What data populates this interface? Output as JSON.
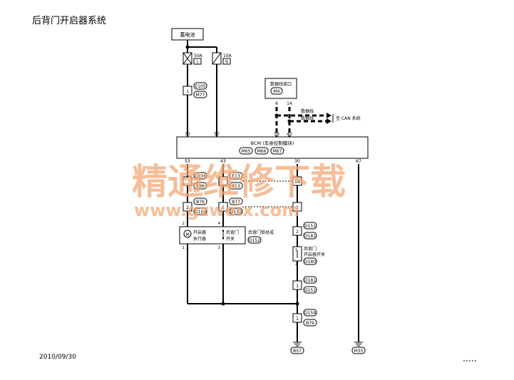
{
  "title": "后背门开启器系统",
  "date": "2010/09/30",
  "battery": "蓄电池",
  "fuse1": {
    "rating": "50A",
    "id": "J"
  },
  "fuse2": {
    "rating": "10A",
    "id": "9"
  },
  "conn_e105": "E105",
  "conn_m77": "M77",
  "pin_1": "1",
  "data_link": {
    "label": "数据线接口",
    "conn": "M4",
    "pin_a": "6",
    "pin_b": "14"
  },
  "data_line_1": "数据线",
  "data_line_2": "数据线",
  "can_label": "至 CAN 系统",
  "bcm": {
    "label": "BCM (车身控制模块)",
    "conns": [
      "M65",
      "M66",
      "M67"
    ],
    "top_pins": [
      "70",
      "57",
      "39",
      "40"
    ],
    "bottom_pins": [
      "53",
      "43",
      "30",
      "67"
    ]
  },
  "row1": {
    "c1_a": "D136",
    "c1_b": "E36",
    "c2_a": "E13",
    "c2_b": "E13",
    "c3_pin": "18"
  },
  "row2": {
    "pin_a": "2",
    "conn_a": "B76",
    "conn_a2": "D153",
    "pin_b": "1",
    "conn_b": "B77",
    "conn_b2": "D153",
    "pin_c": "2"
  },
  "actuator": {
    "label_1": "开启器",
    "label_2": "执行器",
    "switch_1": "后背门",
    "switch_2": "开关",
    "assembly": "后背门锁总成",
    "conn": "D152",
    "pin_top_a": "2",
    "pin_top_b": "4",
    "pin_bot_a": "1",
    "pin_bot_b": "3"
  },
  "d151": "D151",
  "d181": "D181",
  "pin_2": "2",
  "tailgate_switch": {
    "label_1": "后背门",
    "label_2": "开启器开关",
    "conn": "D180",
    "pin_top": "1",
    "pin_bot": "2"
  },
  "d181b": "D181",
  "d151b": "D151",
  "d159": "D159",
  "b79": "B79",
  "ground_b57": "B57",
  "ground_m35": "M35",
  "watermark_cn": "精通维修下载",
  "watermark_url": "www.gzweix.com",
  "colors": {
    "line": "#000000",
    "watermark": "#f2a978"
  }
}
